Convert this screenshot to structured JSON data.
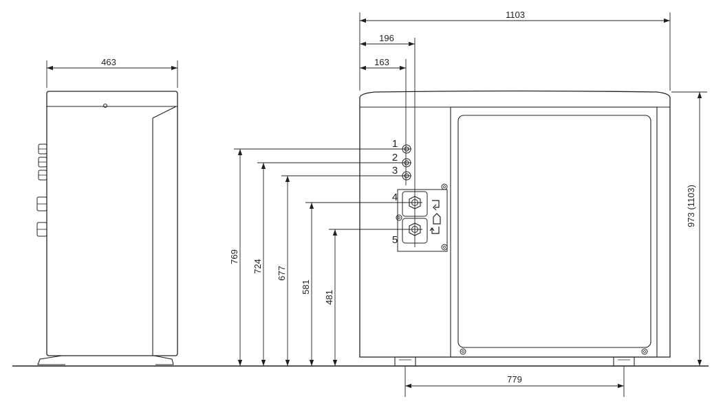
{
  "dimensions": {
    "side_width": "463",
    "total_width": "1103",
    "offset_196": "196",
    "offset_163": "163",
    "height_total": "973 (1103)",
    "h_769": "769",
    "h_724": "724",
    "h_677": "677",
    "h_581": "581",
    "h_481": "481",
    "feet_spacing": "779"
  },
  "connections": [
    "1",
    "2",
    "3",
    "4",
    "5"
  ],
  "colors": {
    "line": "#231f20",
    "background": "#ffffff"
  }
}
